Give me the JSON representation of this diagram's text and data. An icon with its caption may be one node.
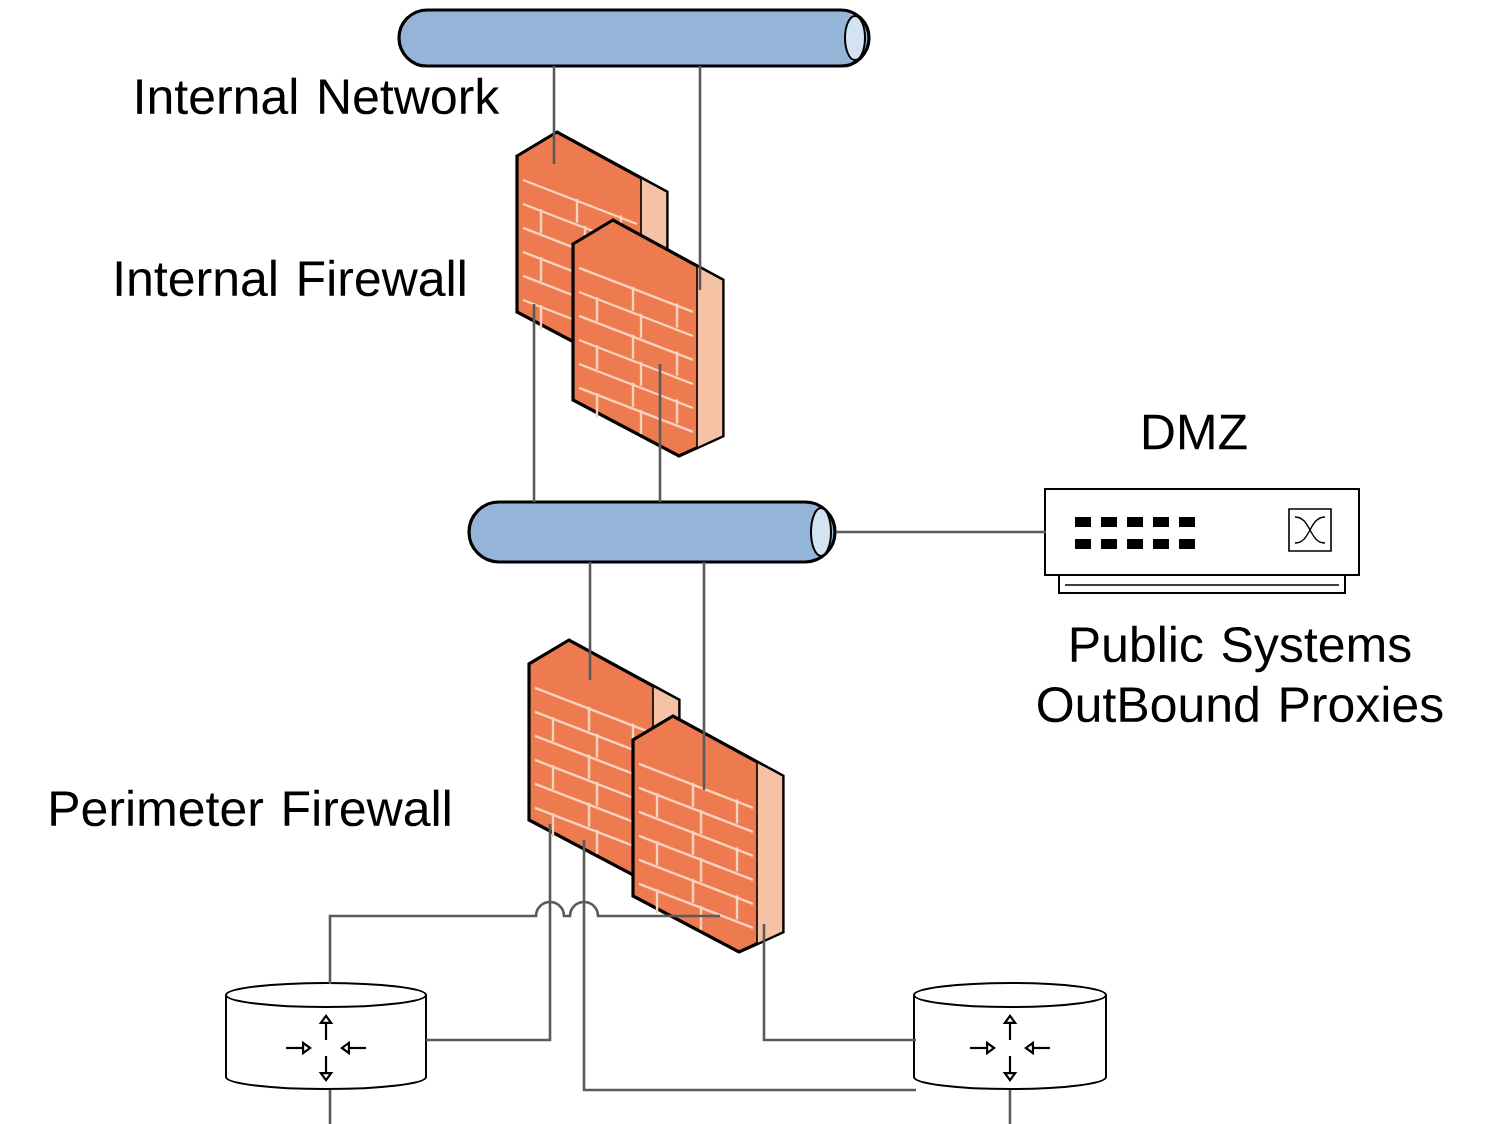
{
  "diagram": {
    "nodes": [
      {
        "text": [],
        "shape": "cylinder",
        "beside": [
          "Internal Network"
        ]
      },
      {
        "text": [],
        "shape": "wall",
        "beside": [
          "Internal Firewall"
        ]
      },
      {
        "text": [],
        "shape": "wall"
      },
      {
        "text": [],
        "shape": "cylinder"
      },
      {
        "text": [],
        "shape": "box",
        "beside": [
          "DMZ",
          "Public Systems OutBound Proxies"
        ]
      },
      {
        "text": [],
        "shape": "wall",
        "beside": [
          "Perimeter Firewall"
        ]
      },
      {
        "text": [],
        "shape": "wall"
      },
      {
        "text": [],
        "shape": "cylinder"
      },
      {
        "text": [],
        "shape": "cylinder"
      }
    ],
    "edges": [
      {
        "from": 0,
        "to": 1,
        "arrow": "none"
      },
      {
        "from": 0,
        "to": 2,
        "arrow": "none"
      },
      {
        "from": 1,
        "to": 3,
        "arrow": "none"
      },
      {
        "from": 2,
        "to": 3,
        "arrow": "none"
      },
      {
        "from": 3,
        "to": 4,
        "arrow": "none"
      },
      {
        "from": 3,
        "to": 5,
        "arrow": "none"
      },
      {
        "from": 3,
        "to": 6,
        "arrow": "none"
      },
      {
        "from": 5,
        "to": 7,
        "arrow": "none"
      },
      {
        "from": 5,
        "to": 8,
        "arrow": "none"
      },
      {
        "from": 6,
        "to": 7,
        "arrow": "none"
      },
      {
        "from": 6,
        "to": 8,
        "arrow": "none"
      },
      {
        "from": 7,
        "to": null,
        "arrow": "none"
      },
      {
        "from": 8,
        "to": null,
        "arrow": "none"
      }
    ]
  }
}
